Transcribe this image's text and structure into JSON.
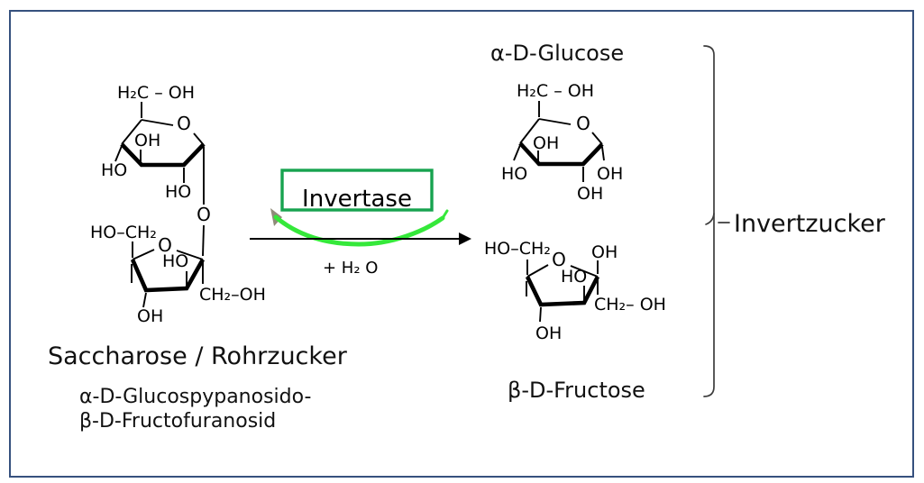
{
  "frame": {
    "border_color": "#36517E",
    "background": "#FFFFFF"
  },
  "reaction": {
    "enzyme_label": "Invertase",
    "water_label": "+ H₂ O",
    "enzyme_box_color": "#17A34F",
    "arc_color": "#35E83A",
    "arc_shadow_color": "#8F8B79",
    "arrow_color": "#000000"
  },
  "substrate": {
    "name": "Saccharose / Rohrzucker",
    "systematic_line1": "α-D-Glucospypanosido-",
    "systematic_line2": "β-D-Fructofuranosid",
    "glucose_unit": {
      "ch2oh": "H₂C – OH",
      "ring_o": "O",
      "oh_up": "OH",
      "ho_left": "HO",
      "ho_down": "HO",
      "glycosidic_o": "O"
    },
    "fructose_unit": {
      "hoch2": "HO–CH₂",
      "ring_o": "O",
      "ho_inner": "HO",
      "ch2oh": "CH₂–OH",
      "oh_bottom": "OH"
    }
  },
  "products": {
    "group_label": "Invertzucker",
    "glucose": {
      "title": "α-D-Glucose",
      "ch2oh": "H₂C – OH",
      "ring_o": "O",
      "oh_up": "OH",
      "ho_left": "HO",
      "oh_right": "OH",
      "oh_bottom": "OH"
    },
    "fructose": {
      "title": "β-D-Fructose",
      "hoch2": "HO–CH₂",
      "ring_o": "O",
      "oh_top": "OH",
      "ho_inner": "HO",
      "ch2oh": "CH₂– OH",
      "oh_bottom": "OH"
    }
  }
}
